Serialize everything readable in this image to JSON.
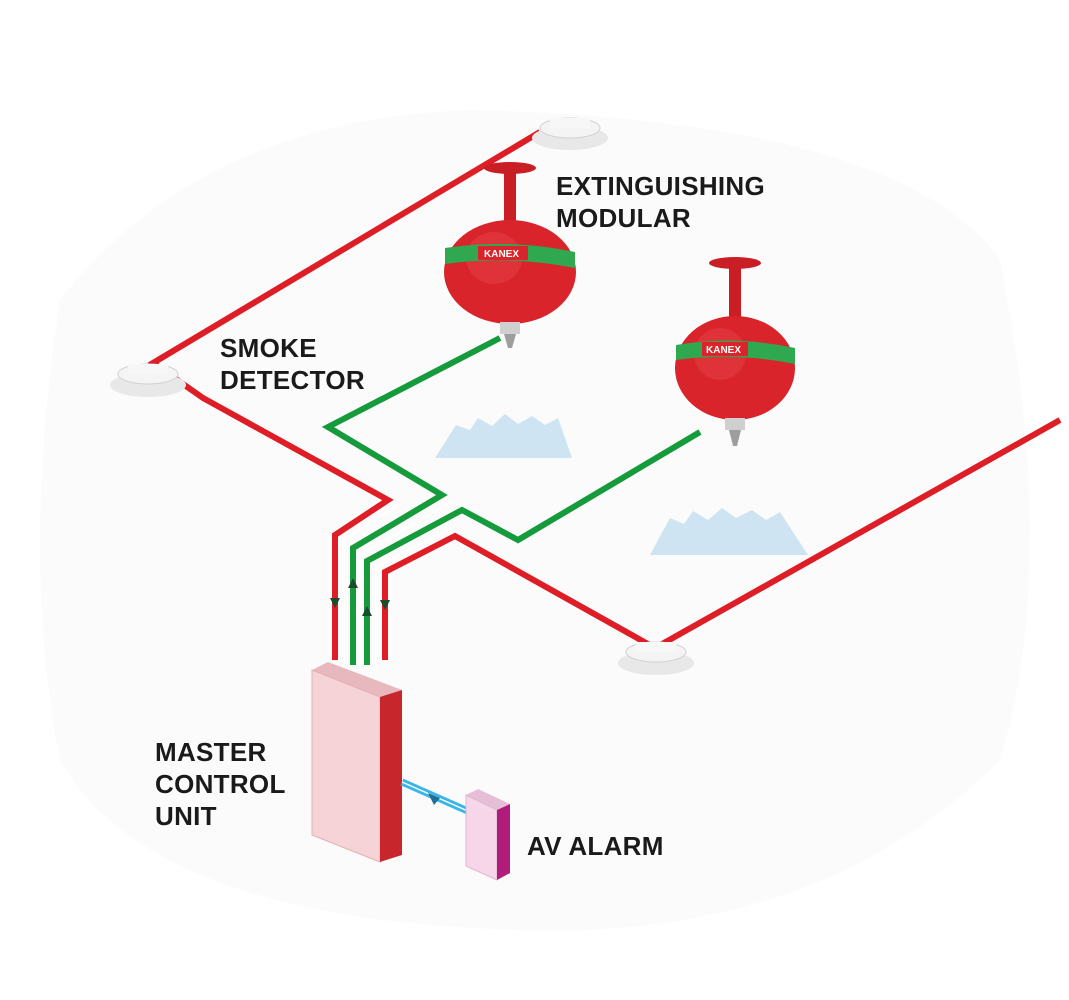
{
  "labels": {
    "extinguishing": [
      "EXTINGUISHING",
      "MODULAR"
    ],
    "smoke_detector": [
      "SMOKE",
      "DETECTOR"
    ],
    "master_control": [
      "MASTER",
      "CONTROL",
      "UNIT"
    ],
    "av_alarm": [
      "AV ALARM"
    ]
  },
  "extinguisher_brand": "KANEX",
  "colors": {
    "detection_wire": "#dd1e26",
    "release_wire": "#159a3c",
    "alarm_cable": "#39b6e6",
    "extinguisher_body": "#d8242a",
    "extinguisher_band": "#2fa84f",
    "control_unit_front": "#f6d3d6",
    "control_unit_side": "#c6262c",
    "alarm_front": "#f7d6ea",
    "alarm_side": "#b01c7a",
    "discharge_cloud": "#cfe4f2"
  }
}
